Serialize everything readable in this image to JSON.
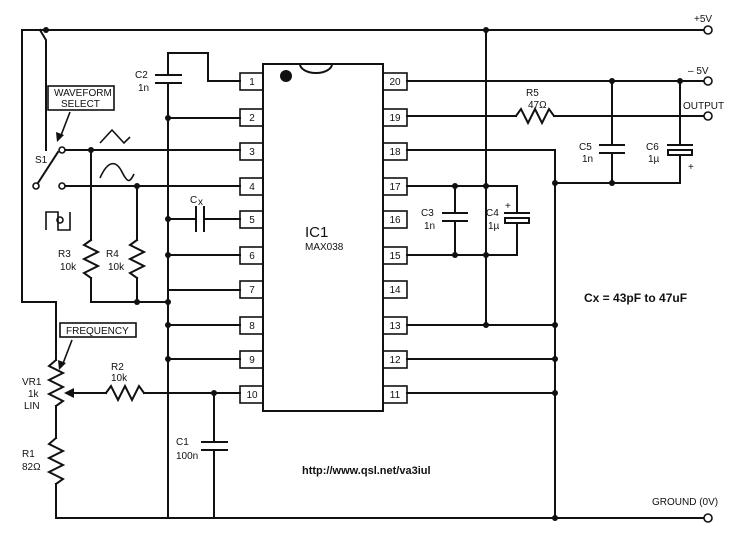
{
  "ic": {
    "name": "IC1",
    "part": "MAX038",
    "pins_left": [
      "1",
      "2",
      "3",
      "4",
      "5",
      "6",
      "7",
      "8",
      "9",
      "10"
    ],
    "pins_right": [
      "20",
      "19",
      "18",
      "17",
      "16",
      "15",
      "14",
      "13",
      "12",
      "11"
    ]
  },
  "rails": {
    "plus5": "+5V",
    "minus5": "– 5V",
    "output": "OUTPUT",
    "ground": "GROUND (0V)"
  },
  "components": {
    "c2": {
      "ref": "C2",
      "val": "1n"
    },
    "cx": {
      "ref": "C",
      "sub": "x"
    },
    "r3": {
      "ref": "R3",
      "val": "10k"
    },
    "r4": {
      "ref": "R4",
      "val": "10k"
    },
    "r2": {
      "ref": "R2",
      "val": "10k"
    },
    "vr1": {
      "ref": "VR1",
      "val1": "1k",
      "val2": "LIN"
    },
    "r1": {
      "ref": "R1",
      "val": "82Ω"
    },
    "c1": {
      "ref": "C1",
      "val": "100n"
    },
    "c3": {
      "ref": "C3",
      "val": "1n"
    },
    "c4": {
      "ref": "C4",
      "val": "1µ"
    },
    "r5": {
      "ref": "R5",
      "val": "47Ω"
    },
    "c5": {
      "ref": "C5",
      "val": "1n"
    },
    "c6": {
      "ref": "C6",
      "val": "1µ"
    }
  },
  "labels": {
    "waveform_select": [
      "WAVEFORM",
      "SELECT"
    ],
    "frequency": "FREQUENCY",
    "s1": "S1",
    "cx_note": "Cx = 43pF to 47uF",
    "url": "http://www.qsl.net/va3iul"
  }
}
